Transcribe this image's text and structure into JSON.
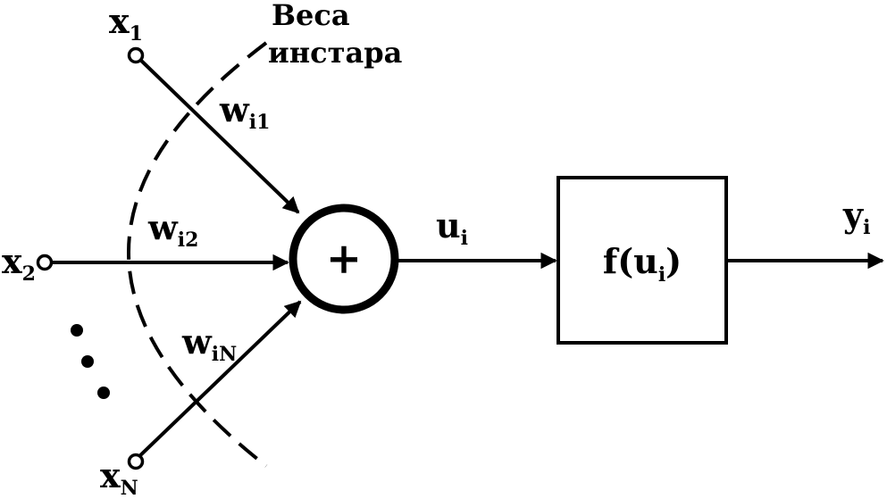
{
  "inputs": [
    {
      "var": "x",
      "sub": "1"
    },
    {
      "var": "x",
      "sub": "2"
    },
    {
      "var": "x",
      "sub": "N"
    }
  ],
  "weights": [
    {
      "var": "w",
      "sub": "i1"
    },
    {
      "var": "w",
      "sub": "i2"
    },
    {
      "var": "w",
      "sub": "iN"
    }
  ],
  "weights_caption": {
    "line1": "Веса",
    "line2": "инстара"
  },
  "summator_sign": "+",
  "summator_output": {
    "var": "u",
    "sub": "i"
  },
  "activation": {
    "prefix": "f(u",
    "sub": "i",
    "suffix": ")"
  },
  "output": {
    "var": "y",
    "sub": "i"
  },
  "colors": {
    "stroke": "#000000",
    "background": "#ffffff"
  }
}
